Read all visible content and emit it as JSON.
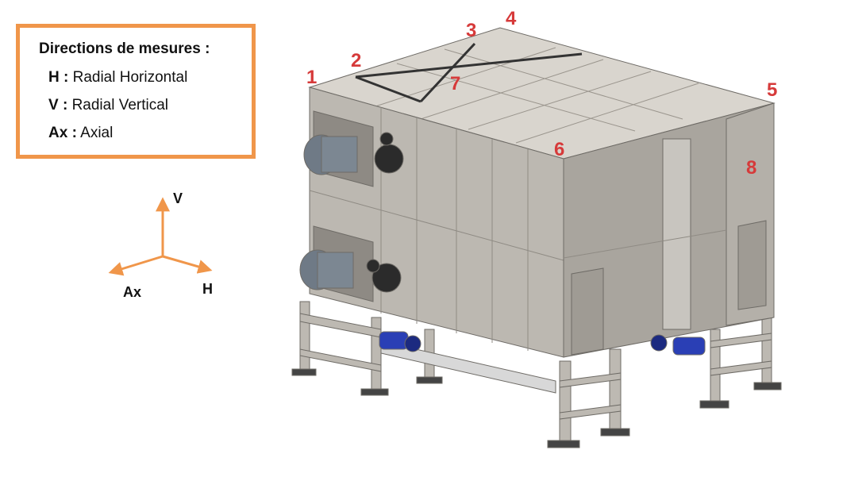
{
  "legend": {
    "title": "Directions de mesures :",
    "rows": [
      {
        "key": "H :",
        "text": "Radial Horizontal"
      },
      {
        "key": "V :",
        "text": "Radial Vertical"
      },
      {
        "key": "Ax :",
        "text": "Axial"
      }
    ]
  },
  "axes": {
    "v": "V",
    "ax": "Ax",
    "h": "H"
  },
  "points": [
    "1",
    "2",
    "3",
    "4",
    "5",
    "6",
    "7",
    "8"
  ],
  "colors": {
    "legend_border": "#f0964a",
    "axis_arrows": "#f0964a",
    "point_numbers": "#d63a3a",
    "machine_panel": "#c9c6c1",
    "motor_blue": "#2a3fb5"
  }
}
